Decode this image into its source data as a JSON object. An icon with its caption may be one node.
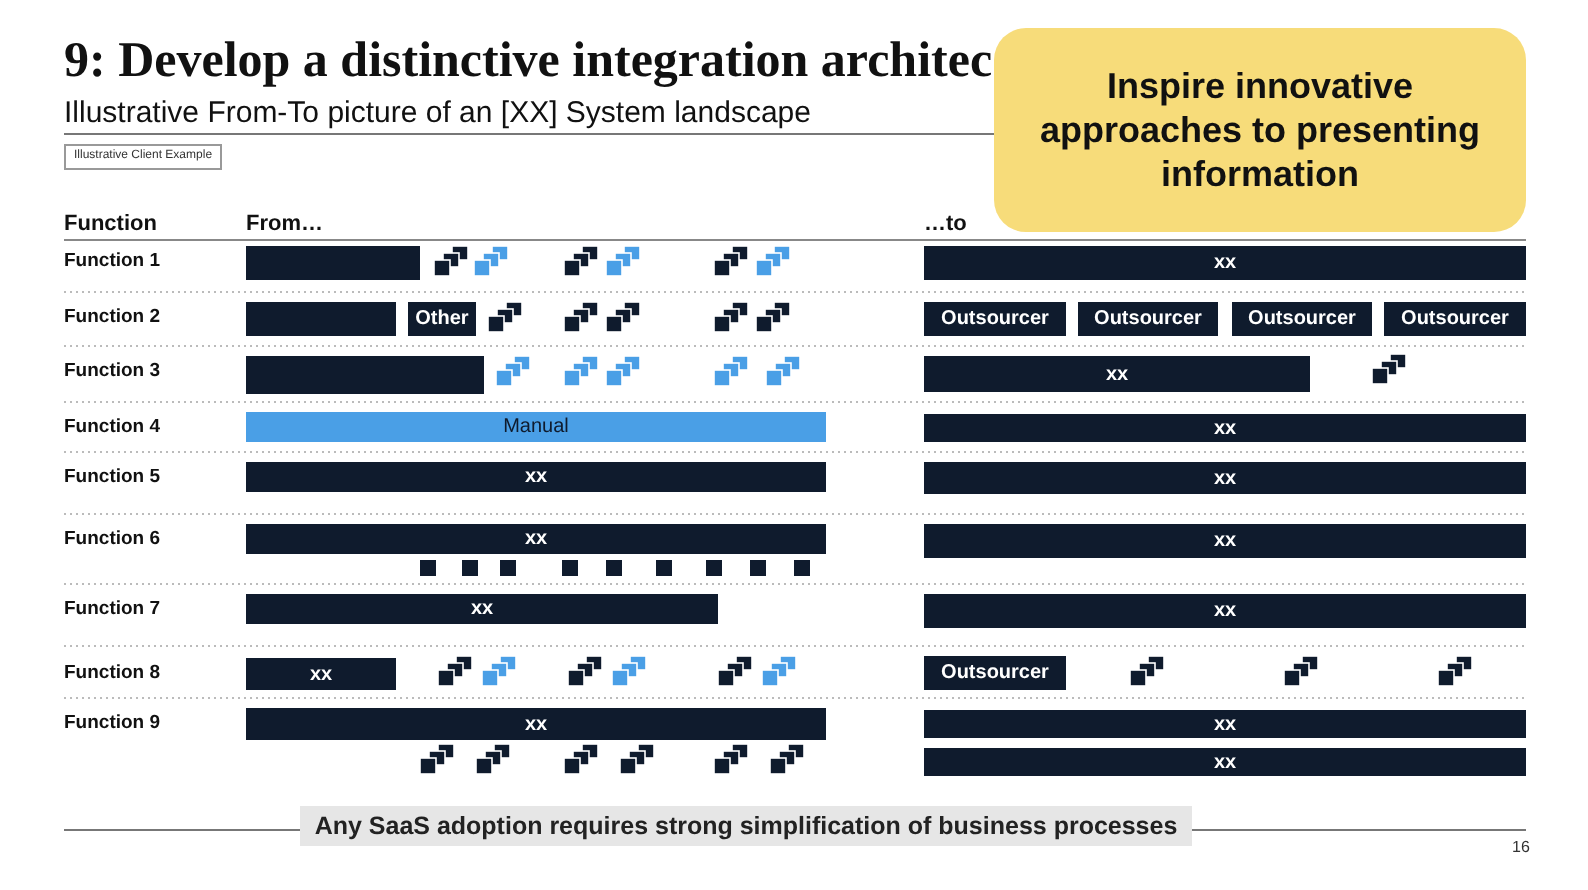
{
  "diagram": {
    "title": "9: Develop a distinctive integration architec",
    "nodes": [
      {
        "text": [
          "Inspire innovative approaches to presenting information"
        ]
      },
      {
        "text": [],
        "shape": "bar"
      },
      {
        "text": [
          "xx"
        ]
      },
      {
        "text": [],
        "shape": "bar"
      },
      {
        "text": [
          "Other"
        ]
      },
      {
        "text": [
          "Outsourcer"
        ]
      },
      {
        "text": [
          "Outsourcer"
        ]
      },
      {
        "text": [
          "Outsourcer"
        ]
      },
      {
        "text": [
          "Outsourcer"
        ]
      },
      {
        "text": [],
        "shape": "bar"
      },
      {
        "text": [
          "xx"
        ]
      },
      {
        "text": [
          "Manual"
        ]
      },
      {
        "text": [
          "xx"
        ]
      },
      {
        "text": [
          "xx"
        ]
      },
      {
        "text": [
          "xx"
        ]
      },
      {
        "text": [
          "xx"
        ]
      },
      {
        "text": [
          "xx"
        ]
      },
      {
        "text": [
          "xx"
        ]
      },
      {
        "text": [
          "xx"
        ]
      },
      {
        "text": [
          "xx"
        ]
      },
      {
        "text": [
          "Outsourcer"
        ]
      },
      {
        "text": [
          "xx"
        ]
      },
      {
        "text": [
          "xx"
        ]
      },
      {
        "text": [
          "xx"
        ]
      },
      {
        "text": [
          "Any SaaS adoption requires strong simplification of business processes"
        ]
      }
    ],
    "labels": [
      "Illustrative From-To picture of an [XX] System landscape",
      "Illustrative Client Example",
      "Function",
      "From…",
      "…to",
      "Function 1",
      "Function 2",
      "Function 3",
      "Function 4",
      "Function 5",
      "Function 6",
      "Function 7",
      "Function 8",
      "Function 9",
      "16"
    ]
  }
}
